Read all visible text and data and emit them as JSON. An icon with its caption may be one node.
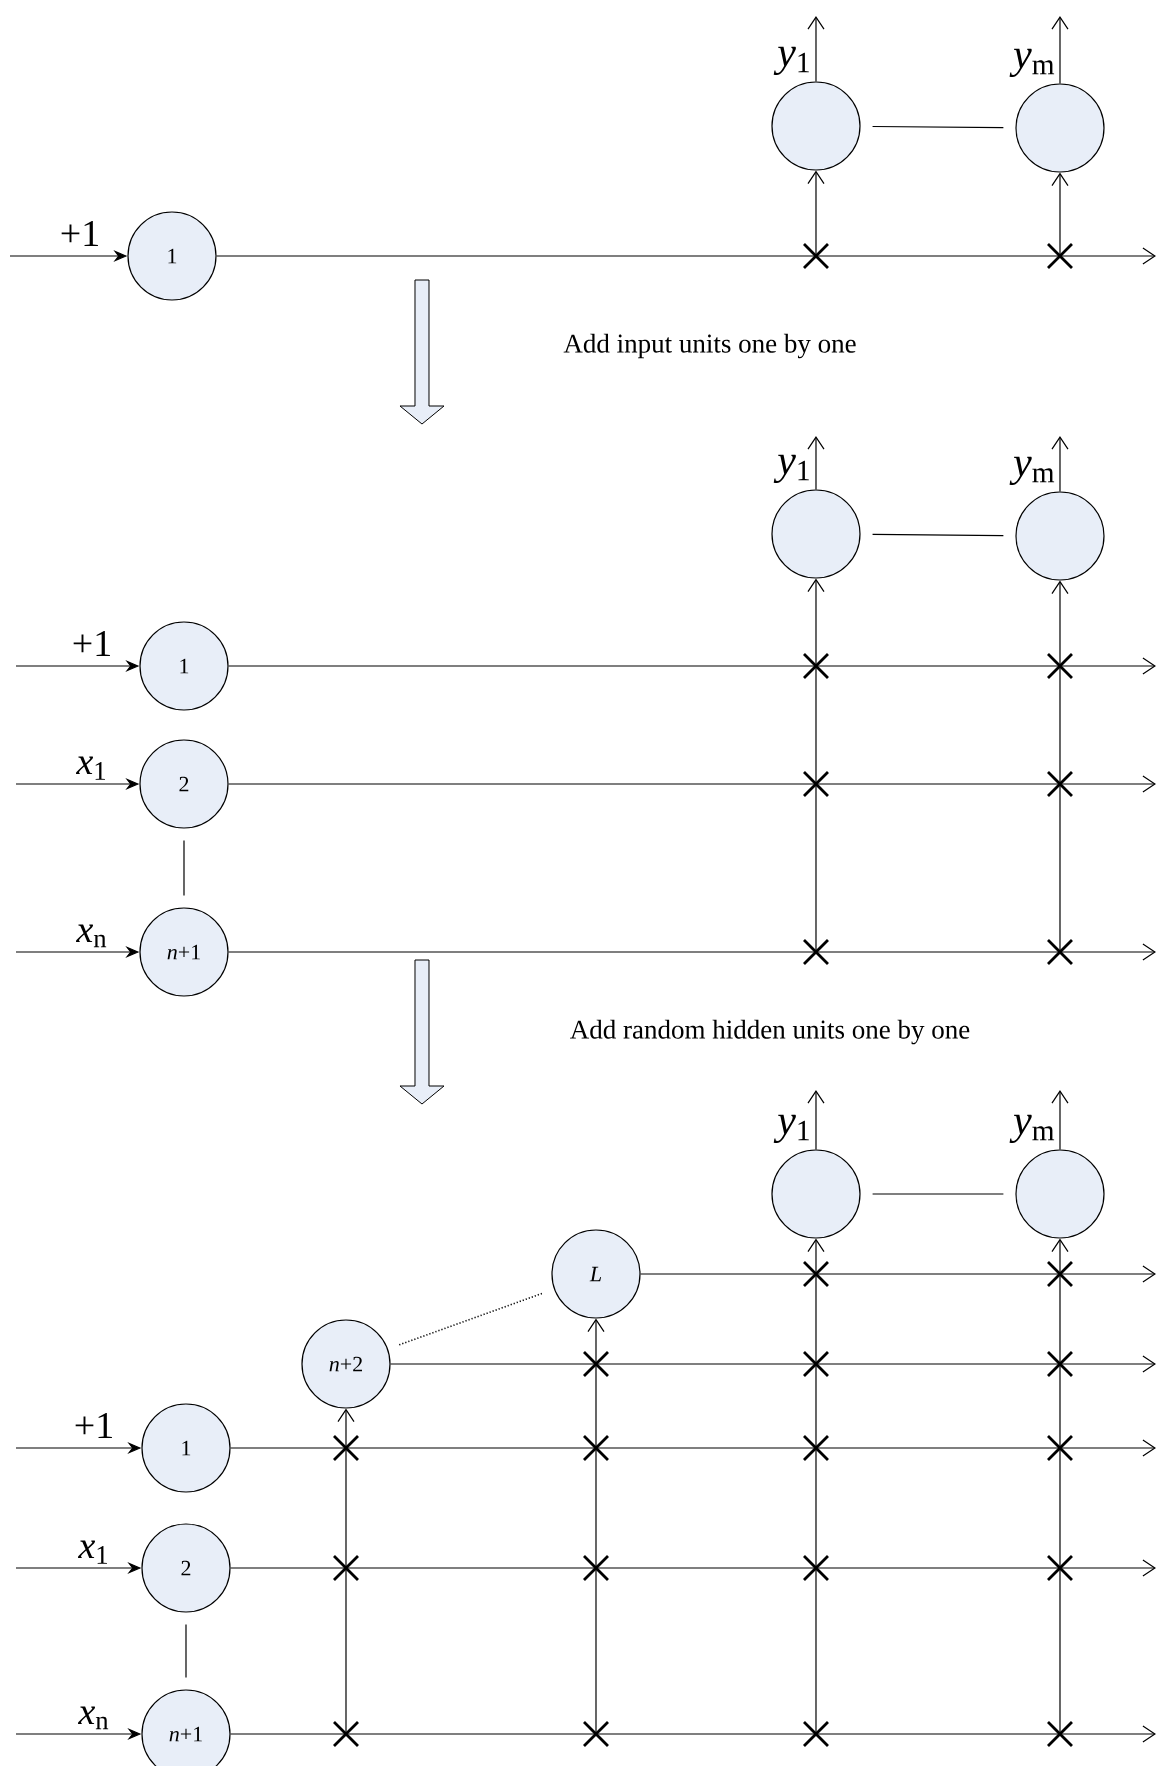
{
  "diagram": {
    "nodes": [
      {
        "text": [
          "1"
        ]
      },
      {
        "text": [],
        "shape": "circle",
        "beside": [
          "*y*$_{1}$"
        ]
      },
      {
        "text": [],
        "shape": "circle",
        "beside": [
          "*y*$_{m}$"
        ]
      },
      {
        "text": [],
        "shape": "circle",
        "beside": [
          "*y*$_{1}$"
        ]
      },
      {
        "text": [],
        "shape": "circle",
        "beside": [
          "*y*$_{m}$"
        ]
      },
      {
        "text": [
          "1"
        ]
      },
      {
        "text": [
          "2"
        ]
      },
      {
        "text": [
          "*n*+1"
        ]
      },
      {
        "text": [],
        "shape": "circle",
        "beside": [
          "*y*$_{1}$"
        ]
      },
      {
        "text": [],
        "shape": "circle",
        "beside": [
          "*y*$_{m}$"
        ]
      },
      {
        "text": [
          "L"
        ]
      },
      {
        "text": [
          "*n*+2"
        ]
      },
      {
        "text": [
          "1"
        ]
      },
      {
        "text": [
          "2"
        ]
      },
      {
        "text": [
          "*n*+1"
        ]
      }
    ],
    "edges": [
      {
        "from": null,
        "to": 0,
        "arrow": "to",
        "label": "+1"
      },
      {
        "from": 0,
        "to": null,
        "arrow": "to"
      },
      {
        "from": null,
        "to": 1,
        "arrow": "to"
      },
      {
        "from": null,
        "to": 2,
        "arrow": "to"
      },
      {
        "from": 1,
        "to": null,
        "arrow": "to"
      },
      {
        "from": 2,
        "to": null,
        "arrow": "to"
      },
      {
        "from": 1,
        "to": 2,
        "arrow": "none"
      },
      {
        "from": null,
        "to": 5,
        "arrow": "to",
        "label": "+1"
      },
      {
        "from": null,
        "to": 6,
        "arrow": "to",
        "label": "*x*$_{1}$"
      },
      {
        "from": null,
        "to": 7,
        "arrow": "to",
        "label": "*x*$_{n}$"
      },
      {
        "from": 6,
        "to": 7,
        "arrow": "none"
      },
      {
        "from": 5,
        "to": null,
        "arrow": "to"
      },
      {
        "from": 6,
        "to": null,
        "arrow": "to"
      },
      {
        "from": 7,
        "to": null,
        "arrow": "to"
      },
      {
        "from": null,
        "to": 3,
        "arrow": "to"
      },
      {
        "from": null,
        "to": 4,
        "arrow": "to"
      },
      {
        "from": 3,
        "to": null,
        "arrow": "to"
      },
      {
        "from": 4,
        "to": null,
        "arrow": "to"
      },
      {
        "from": 3,
        "to": 4,
        "arrow": "none"
      },
      {
        "from": null,
        "to": 12,
        "arrow": "to",
        "label": "+1"
      },
      {
        "from": null,
        "to": 13,
        "arrow": "to",
        "label": "*x*$_{1}$"
      },
      {
        "from": null,
        "to": 14,
        "arrow": "to",
        "label": "*x*$_{n}$"
      },
      {
        "from": 13,
        "to": 14,
        "arrow": "none"
      },
      {
        "from": 12,
        "to": null,
        "arrow": "to"
      },
      {
        "from": 13,
        "to": null,
        "arrow": "to"
      },
      {
        "from": 14,
        "to": null,
        "arrow": "to"
      },
      {
        "from": 11,
        "to": null,
        "arrow": "to"
      },
      {
        "from": 10,
        "to": null,
        "arrow": "to"
      },
      {
        "from": null,
        "to": 11,
        "arrow": "to"
      },
      {
        "from": null,
        "to": 10,
        "arrow": "to"
      },
      {
        "from": null,
        "to": 8,
        "arrow": "to"
      },
      {
        "from": null,
        "to": 9,
        "arrow": "to"
      },
      {
        "from": 8,
        "to": null,
        "arrow": "to"
      },
      {
        "from": 9,
        "to": null,
        "arrow": "to"
      },
      {
        "from": 8,
        "to": 9,
        "arrow": "none"
      },
      {
        "from": 11,
        "to": 10,
        "arrow": "none",
        "style": "dashed"
      }
    ],
    "labels": [
      "Add input units one by one",
      "Add random hidden units one by one"
    ]
  }
}
